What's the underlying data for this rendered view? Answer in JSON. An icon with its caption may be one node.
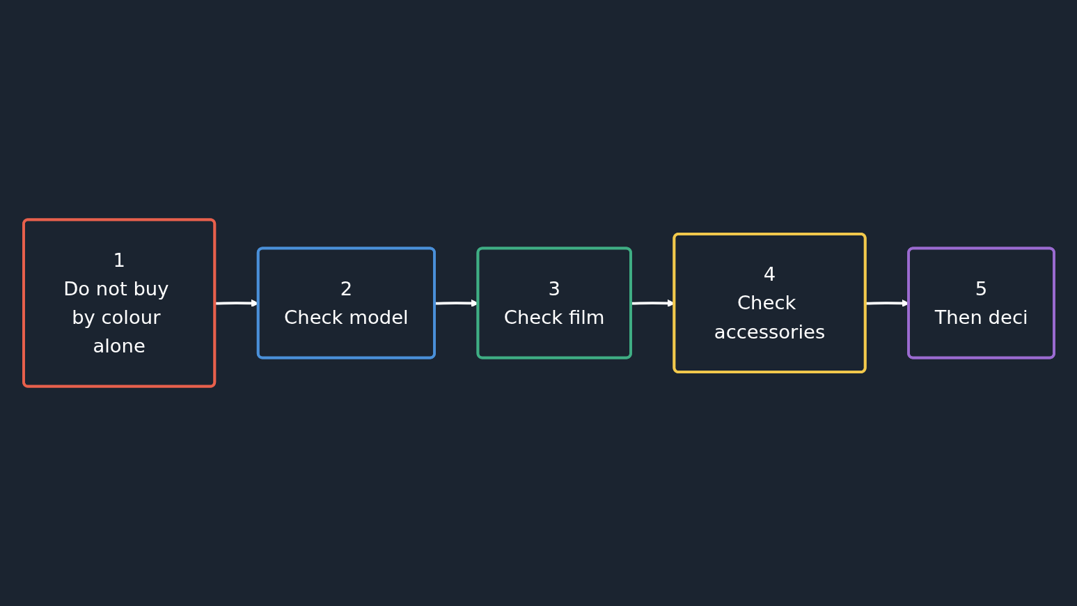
{
  "diagram": {
    "nodes": [
      {
        "text": [
          "1",
          "Do not buy by colour alone"
        ]
      },
      {
        "text": [
          "2",
          "Check model"
        ]
      },
      {
        "text": [
          "3",
          "Check film"
        ]
      },
      {
        "text": [
          "4",
          "Check accessories"
        ]
      },
      {
        "text": [
          "5",
          "Then deci"
        ]
      }
    ],
    "edges": [
      {
        "from": 0,
        "to": 1,
        "arrow": "to"
      },
      {
        "from": 1,
        "to": 2,
        "arrow": "to"
      },
      {
        "from": 2,
        "to": 3,
        "arrow": "to"
      },
      {
        "from": 3,
        "to": 4,
        "arrow": "to"
      }
    ]
  }
}
